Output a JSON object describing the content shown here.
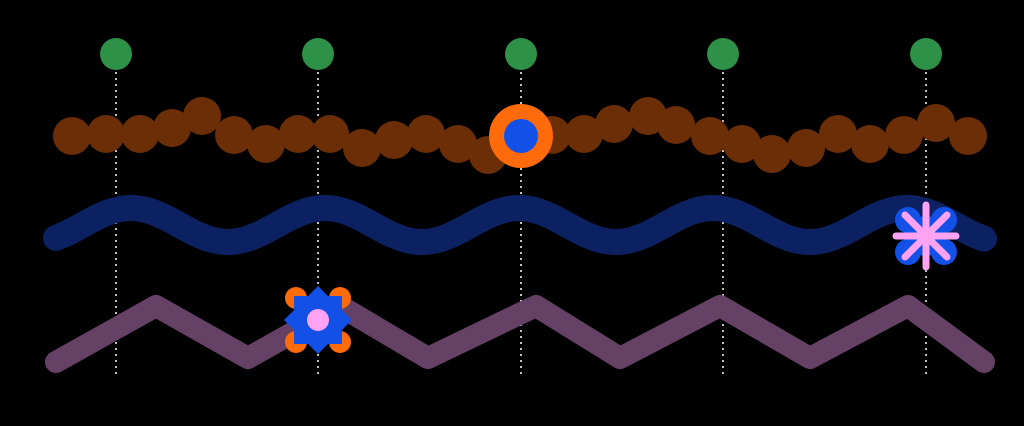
{
  "colors": {
    "background": "#000000",
    "guide": "#ffffff",
    "pin": "#2e9148",
    "bumpy_track": "#6b2e06",
    "wave_track": "#0b2161",
    "zigzag_track": "#654165",
    "marker_orange": "#ff6a0a",
    "marker_blue": "#1250e8",
    "marker_pink": "#ffa3f2"
  },
  "diagram": {
    "guides": 5,
    "tracks": [
      "bumpy",
      "wave",
      "zigzag"
    ],
    "markers": [
      {
        "icon": "ring-marker-icon",
        "track": "bumpy",
        "guide": 3
      },
      {
        "icon": "asterisk-marker-icon",
        "track": "wave",
        "guide": 5
      },
      {
        "icon": "flower-marker-icon",
        "track": "zigzag",
        "guide": 2
      }
    ]
  }
}
